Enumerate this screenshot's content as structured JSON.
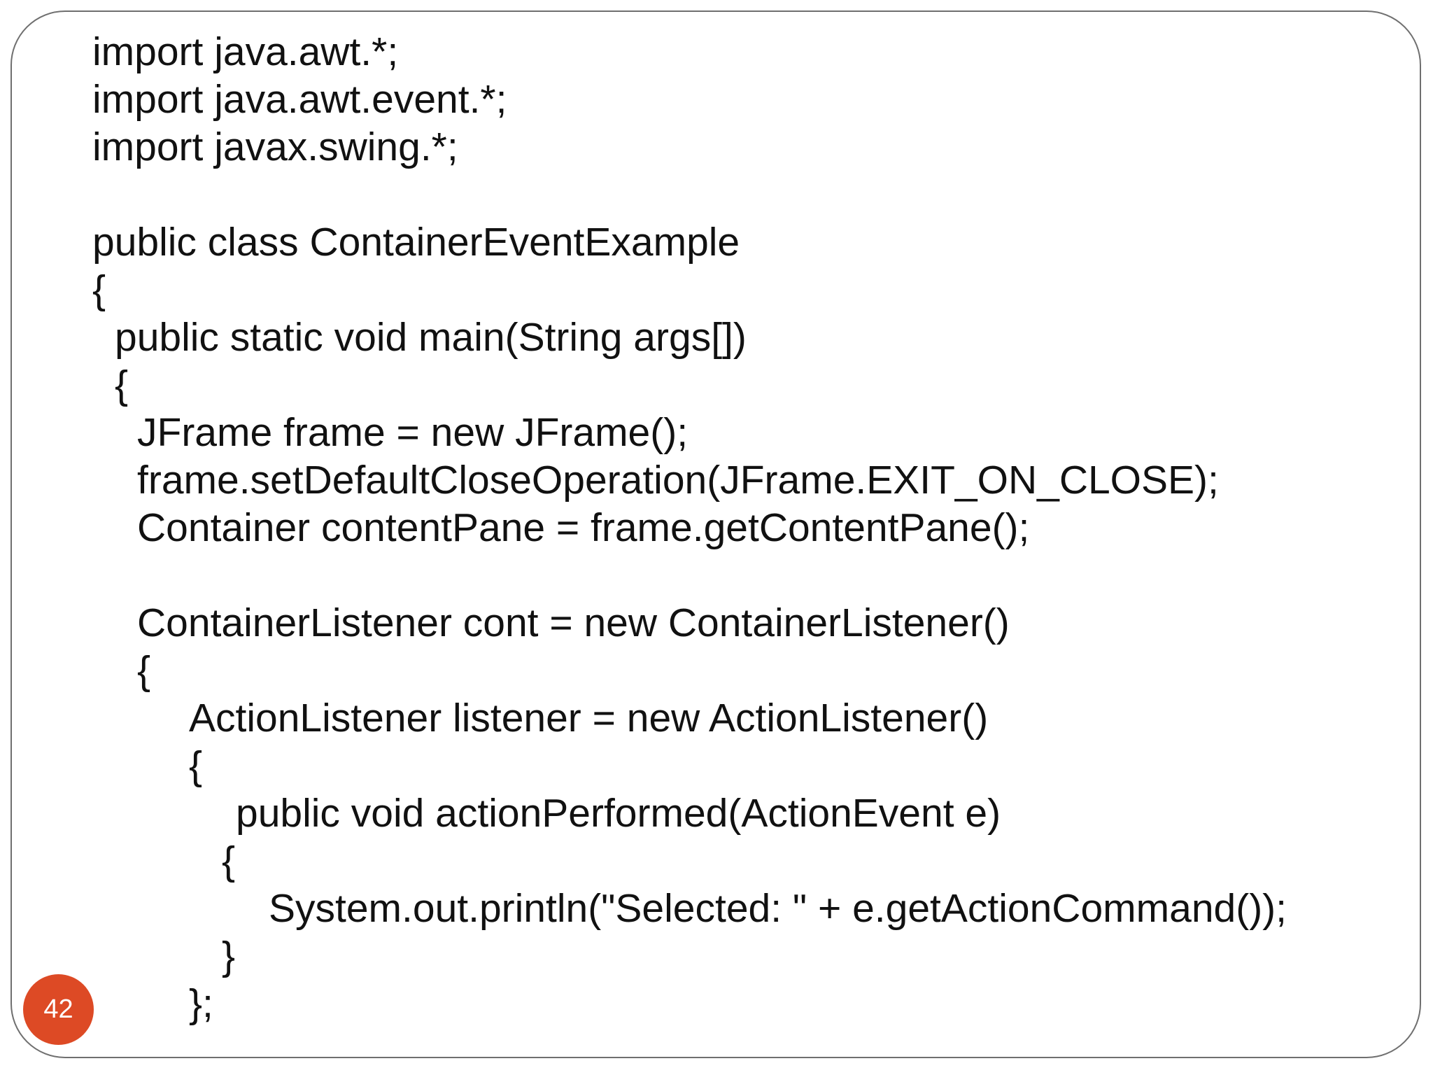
{
  "slide": {
    "page_number": "42",
    "code_lines": [
      "import java.awt.*;",
      "import java.awt.event.*;",
      "import javax.swing.*;",
      "",
      "public class ContainerEventExample",
      "{",
      "public static void main(String args[])",
      "{",
      "JFrame frame = new JFrame();",
      "frame.setDefaultCloseOperation(JFrame.EXIT_ON_CLOSE);",
      "Container contentPane = frame.getContentPane();",
      "",
      "ContainerListener cont = new ContainerListener()",
      "{",
      "ActionListener listener = new ActionListener()",
      "{",
      "public void actionPerformed(ActionEvent e)",
      "{",
      "System.out.println(\"Selected: \" + e.getActionCommand());",
      "}",
      "};"
    ]
  }
}
